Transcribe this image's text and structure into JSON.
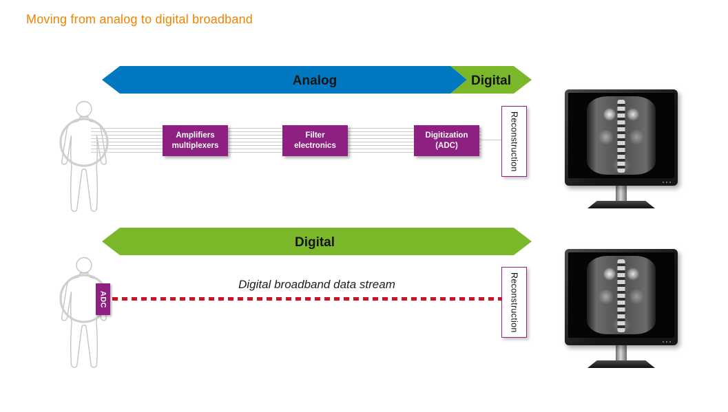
{
  "title": "Moving from analog to digital broadband",
  "colors": {
    "title_orange": "#EF8200",
    "analog_blue": "#0079C2",
    "digital_green": "#7AB829",
    "box_purple": "#8E2082",
    "stream_red": "#CE1126",
    "line_gray": "#CCCCCC",
    "banner_text": "#141414",
    "body_outline": "#C4C4C4"
  },
  "analog_row": {
    "banner": {
      "analog_label": "Analog",
      "digital_label": "Digital"
    },
    "boxes": [
      {
        "label": "Amplifiers multiplexers"
      },
      {
        "label": "Filter electronics"
      },
      {
        "label": "Digitization (ADC)"
      }
    ],
    "reconstruction_label": "Reconstruction"
  },
  "digital_row": {
    "banner": {
      "digital_label": "Digital"
    },
    "adc_label": "ADC",
    "stream_label": "Digital broadband data stream",
    "reconstruction_label": "Reconstruction"
  }
}
